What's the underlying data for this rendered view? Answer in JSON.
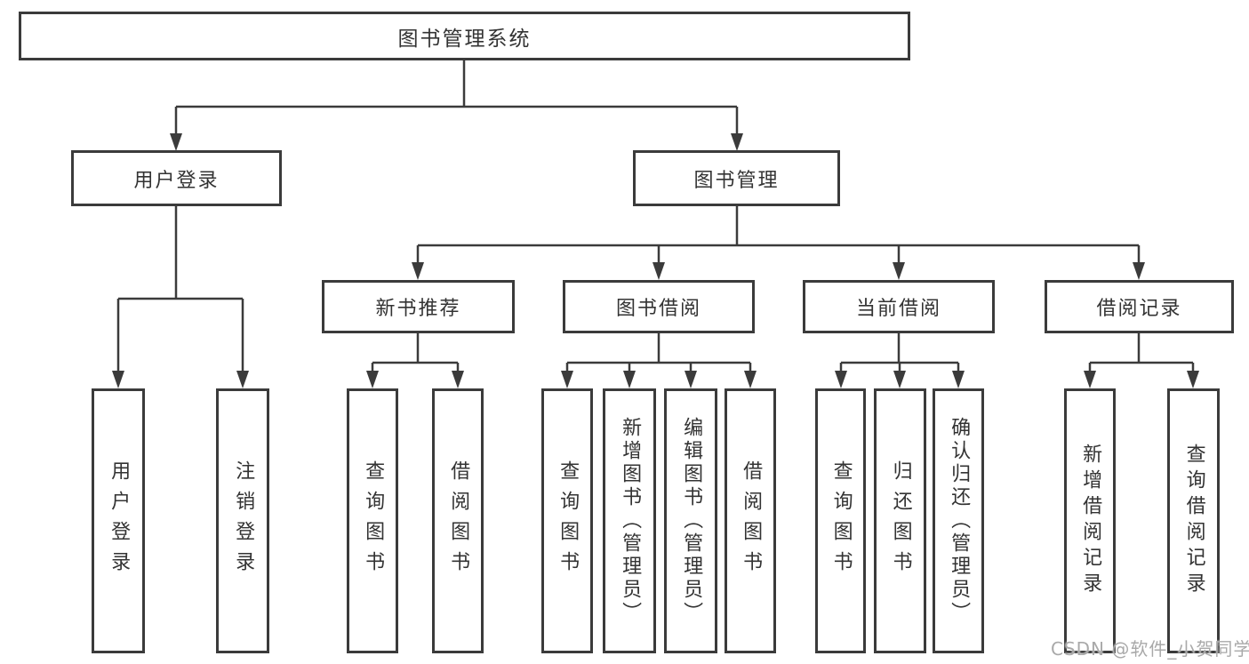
{
  "diagram": {
    "root": {
      "label": "图书管理系统"
    },
    "branches": [
      {
        "label": "用户登录",
        "children": [
          {
            "label": "用户登录"
          },
          {
            "label": "注销登录"
          }
        ]
      },
      {
        "label": "图书管理",
        "children": [
          {
            "label": "新书推荐",
            "children": [
              {
                "label": "查询图书"
              },
              {
                "label": "借阅图书"
              }
            ]
          },
          {
            "label": "图书借阅",
            "children": [
              {
                "label": "查询图书"
              },
              {
                "label": "新增图书（管理员）"
              },
              {
                "label": "编辑图书（管理员）"
              },
              {
                "label": "借阅图书"
              }
            ]
          },
          {
            "label": "当前借阅",
            "children": [
              {
                "label": "查询图书"
              },
              {
                "label": "归还图书"
              },
              {
                "label": "确认归还（管理员）"
              }
            ]
          },
          {
            "label": "借阅记录",
            "children": [
              {
                "label": "新增借阅记录"
              },
              {
                "label": "查询借阅记录"
              }
            ]
          }
        ]
      }
    ]
  },
  "watermark": {
    "text": "CSDN @软件_小贺同学"
  },
  "colors": {
    "line": "#3b3b3b",
    "text": "#333333",
    "watermark": "#a9a9a9",
    "background": "#ffffff"
  }
}
